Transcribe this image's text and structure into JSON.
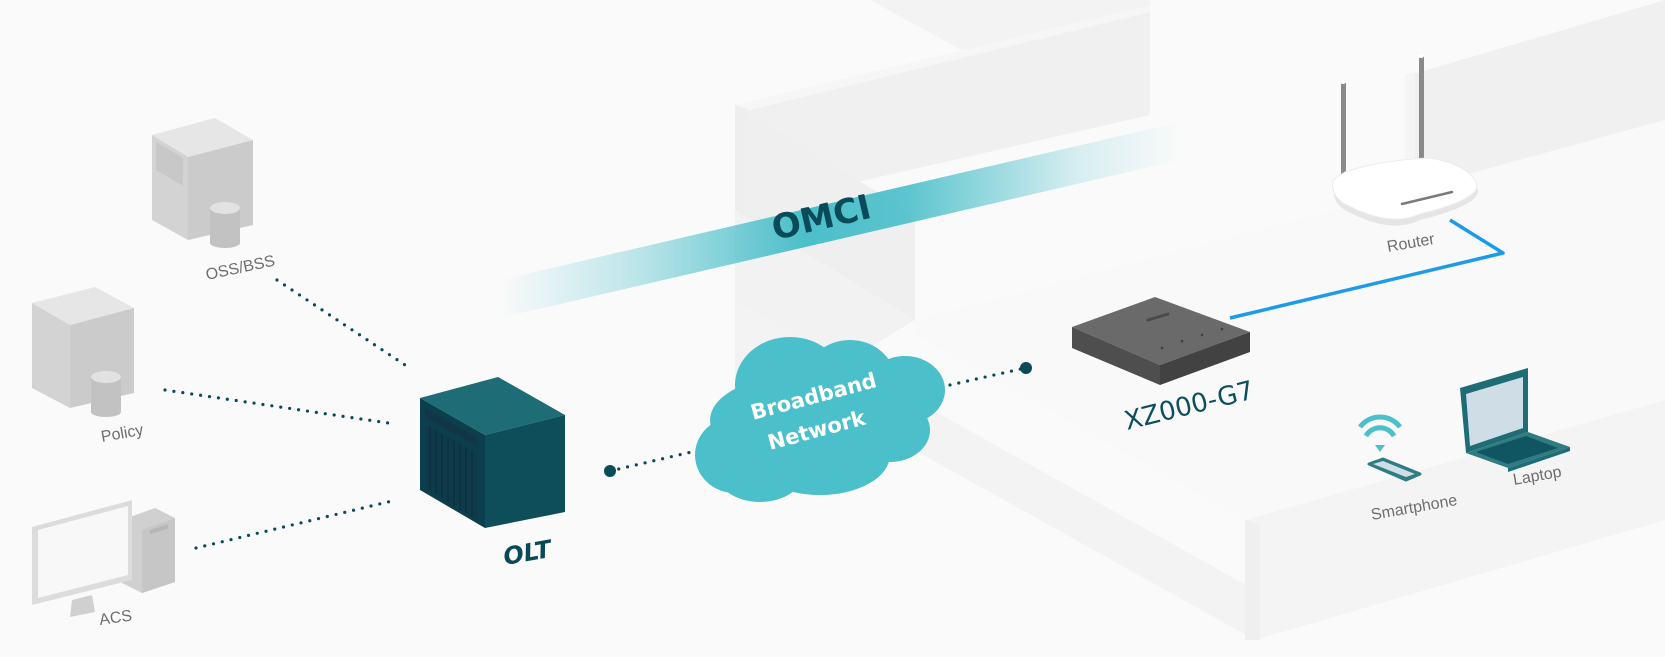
{
  "diagram": {
    "title_band": {
      "label": "OMCI",
      "color": "#4bbfca"
    },
    "nodes": {
      "oss_bss": {
        "label": "OSS/BSS",
        "icon": "server-database-icon"
      },
      "policy": {
        "label": "Policy",
        "icon": "server-database-icon"
      },
      "acs": {
        "label": "ACS",
        "icon": "desktop-computer-icon"
      },
      "olt": {
        "label": "OLT",
        "icon": "olt-chassis-icon",
        "color": "#0f5562"
      },
      "cloud": {
        "line1": "Broadband",
        "line2": "Network",
        "icon": "cloud-icon",
        "color": "#4bbfca"
      },
      "onu": {
        "label": "XZ000-G7",
        "icon": "gateway-device-icon",
        "color": "#5a5a5a"
      },
      "router": {
        "label": "Router",
        "icon": "wifi-router-icon"
      },
      "smartphone": {
        "label": "Smartphone",
        "icon": "smartphone-icon"
      },
      "laptop": {
        "label": "Laptop",
        "icon": "laptop-icon"
      }
    },
    "links": [
      {
        "from": "OSS/BSS",
        "to": "OLT",
        "style": "dotted"
      },
      {
        "from": "Policy",
        "to": "OLT",
        "style": "dotted"
      },
      {
        "from": "ACS",
        "to": "OLT",
        "style": "dotted"
      },
      {
        "from": "OLT",
        "to": "Broadband Network",
        "style": "dotted"
      },
      {
        "from": "Broadband Network",
        "to": "XZ000-G7",
        "style": "dotted"
      },
      {
        "from": "XZ000-G7",
        "to": "Router",
        "style": "cable",
        "color": "#1e9be8"
      },
      {
        "from": "Router",
        "to": "Smartphone",
        "style": "wireless"
      },
      {
        "from": "Router",
        "to": "Laptop",
        "style": "wireless"
      }
    ],
    "colors": {
      "dotted_line": "#0b4b59",
      "wifi": "#4bbfca",
      "cable": "#1e9be8",
      "background": "#fafafa"
    }
  }
}
